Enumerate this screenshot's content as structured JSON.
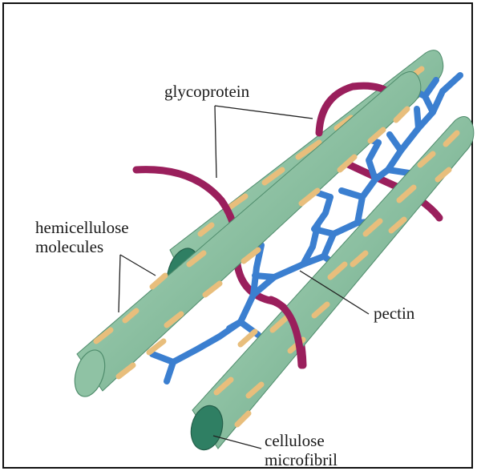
{
  "labels": {
    "glycoprotein": "glycoprotein",
    "hemicellulose_line1": "hemicellulose",
    "hemicellulose_line2": "molecules",
    "pectin": "pectin",
    "cellulose_line1": "cellulose",
    "cellulose_line2": "microfibril"
  },
  "colors": {
    "microfibril_body": "#8fc2a4",
    "microfibril_dark": "#5e9d7c",
    "microfibril_highlight": "#b9dcc6",
    "microfibril_end": "#2f7f63",
    "hemicellulose": "#e8be7c",
    "pectin": "#3b7fd0",
    "glycoprotein": "#9a1f5c",
    "leader_line": "#222222"
  }
}
